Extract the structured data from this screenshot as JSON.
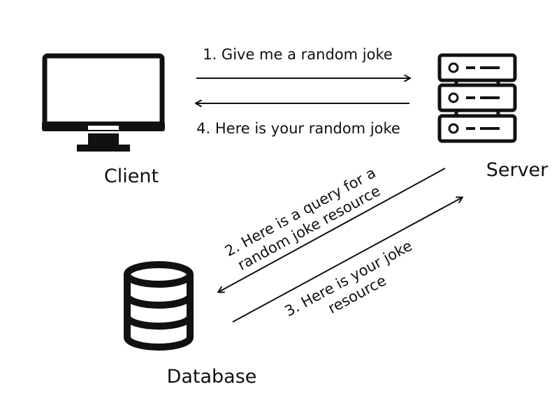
{
  "nodes": {
    "client": {
      "label": "Client",
      "icon": "monitor-icon"
    },
    "server": {
      "label": "Server",
      "icon": "server-rack-icon"
    },
    "database": {
      "label": "Database",
      "icon": "database-icon"
    }
  },
  "messages": {
    "m1": {
      "text": "1. Give me a random joke"
    },
    "m2": {
      "line1": "2. Here is a query for a",
      "line2": "random joke resource"
    },
    "m3": {
      "line1": "3. Here is your joke",
      "line2": "resource"
    },
    "m4": {
      "text": "4. Here is your random joke"
    }
  },
  "colors": {
    "ink": "#111111",
    "background": "#ffffff"
  }
}
